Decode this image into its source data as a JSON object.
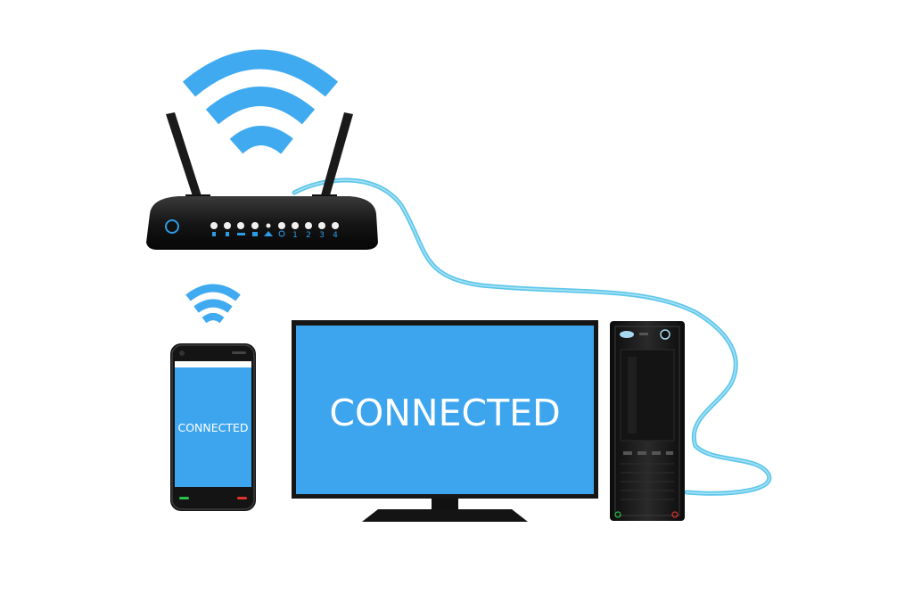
{
  "colors": {
    "wifi": "#3faaf0",
    "screen": "#3da5ee",
    "device_body": "#141414",
    "cable": "#5fc6ea",
    "phone_call_green": "#28c24a",
    "phone_call_red": "#e0332c",
    "router_led": "#2e9be6"
  },
  "icons": {
    "router_wifi": "wifi-signal-icon",
    "phone_wifi": "wifi-signal-icon",
    "router_power": "power-button-icon",
    "tower_power": "power-button-icon"
  },
  "router": {
    "port_labels": [
      "1",
      "2",
      "3",
      "4"
    ]
  },
  "monitor": {
    "screen_text": "CONNECTED"
  },
  "phone": {
    "screen_text": "CONNECTED"
  }
}
